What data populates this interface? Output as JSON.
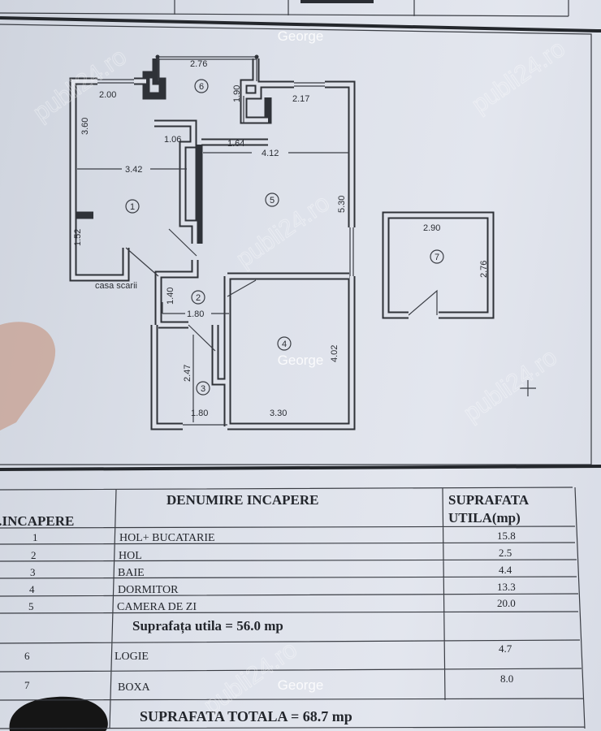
{
  "watermark": {
    "author": "George",
    "site": "publi24.ro"
  },
  "plan": {
    "rooms": [
      "1",
      "2",
      "3",
      "4",
      "5",
      "6",
      "7"
    ],
    "dimensions": {
      "logia_width": "2.76",
      "logia_depth": "1.90",
      "r1_window": "2.00",
      "r1_height": "3.60",
      "r1_width": "3.42",
      "r1_left": "1.52",
      "r1_notch": "1.06",
      "r5_window": "2.17",
      "r5_top": "1.64",
      "r5_width": "4.12",
      "r5_height": "5.30",
      "r2_height": "1.40",
      "r2_width": "1.80",
      "r3_height": "2.47",
      "r3_width": "1.80",
      "r4_width": "3.30",
      "r4_height": "4.02",
      "r7_width": "2.90",
      "r7_height": "2.76"
    },
    "stair_label": "casa scarii"
  },
  "table": {
    "headers": {
      "nr": "R.INCAPERE",
      "name": "DENUMIRE INCAPERE",
      "area_1": "SUPRAFATA",
      "area_2": "UTILA(mp)"
    },
    "rows": [
      {
        "nr": "1",
        "name": "HOL+  BUCATARIE",
        "area": "15.8"
      },
      {
        "nr": "2",
        "name": "HOL",
        "area": "2.5"
      },
      {
        "nr": "3",
        "name": "BAIE",
        "area": "4.4"
      },
      {
        "nr": "4",
        "name": "DORMITOR",
        "area": "13.3"
      },
      {
        "nr": "5",
        "name": "CAMERA DE ZI",
        "area": "20.0"
      }
    ],
    "subtotal": "Suprafața utila = 56.0 mp",
    "extra_rows": [
      {
        "nr": "6",
        "name": "LOGIE",
        "area": "4.7"
      },
      {
        "nr": "7",
        "name": "BOXA",
        "area": "8.0"
      }
    ],
    "total": "SUPRAFATA TOTALA = 68.7 mp"
  }
}
